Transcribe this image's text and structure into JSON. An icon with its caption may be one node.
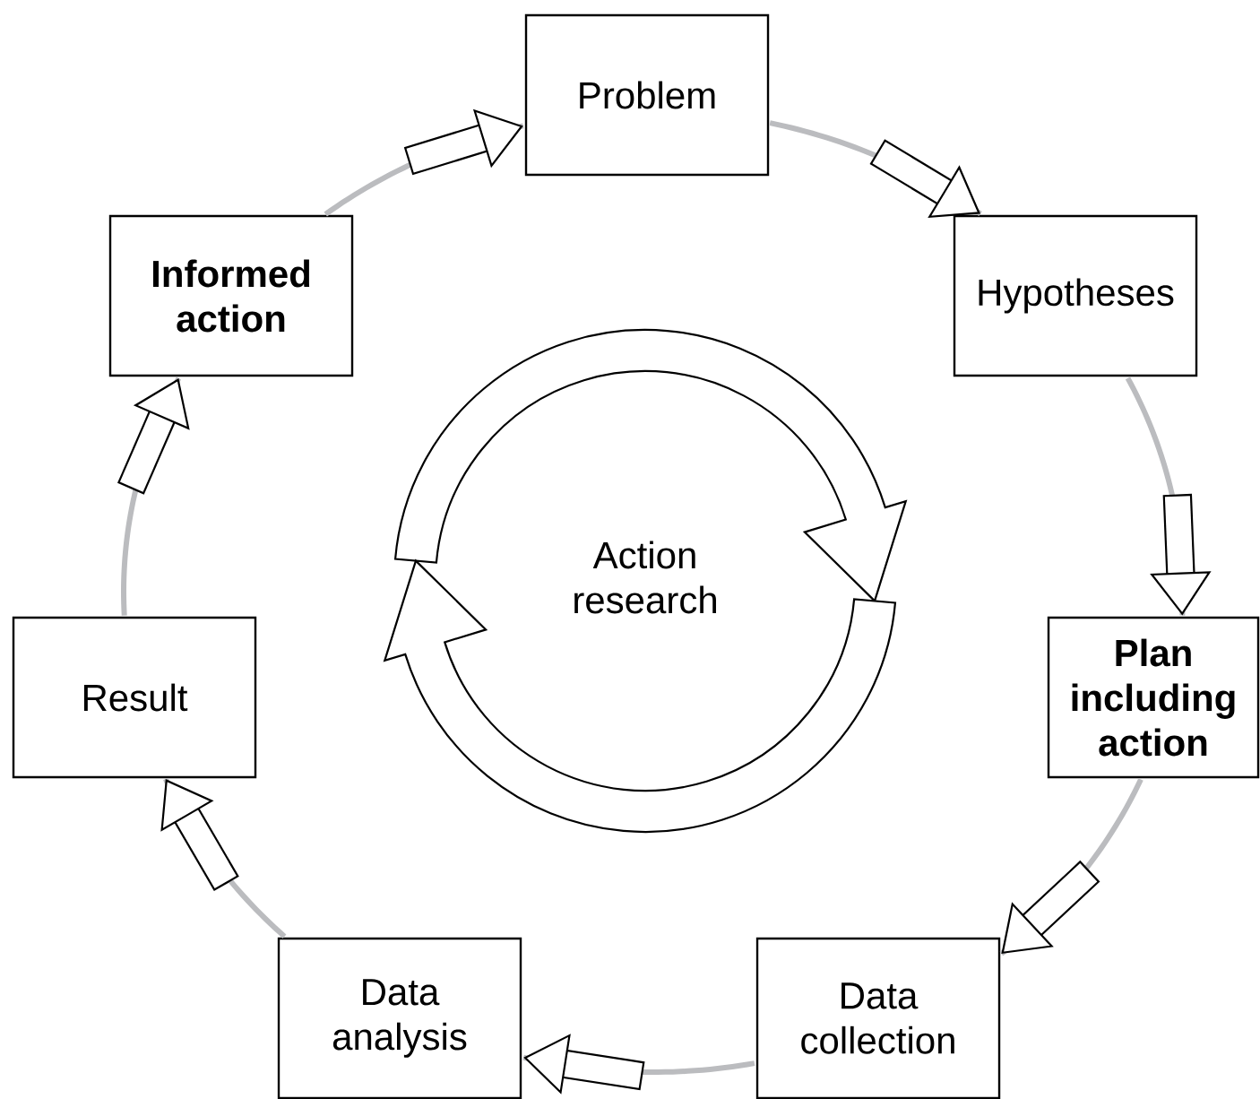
{
  "diagram": {
    "nodes": [
      {
        "text": [
          "Problem"
        ]
      },
      {
        "text": [
          "Hypotheses"
        ]
      },
      {
        "text": [
          "Plan including action"
        ]
      },
      {
        "text": [
          "Data collection"
        ]
      },
      {
        "text": [
          "Data analysis"
        ]
      },
      {
        "text": [
          "Result"
        ]
      },
      {
        "text": [
          "Informed action"
        ]
      },
      {
        "text": [
          "Action research"
        ]
      }
    ],
    "edges": [
      {
        "from": 0,
        "to": 1,
        "arrow": "to"
      },
      {
        "from": 1,
        "to": 2,
        "arrow": "to"
      },
      {
        "from": 2,
        "to": 3,
        "arrow": "to"
      },
      {
        "from": 3,
        "to": 4,
        "arrow": "to"
      },
      {
        "from": 4,
        "to": 5,
        "arrow": "to"
      },
      {
        "from": 5,
        "to": 6,
        "arrow": "to"
      },
      {
        "from": 6,
        "to": 0,
        "arrow": "to"
      }
    ]
  }
}
